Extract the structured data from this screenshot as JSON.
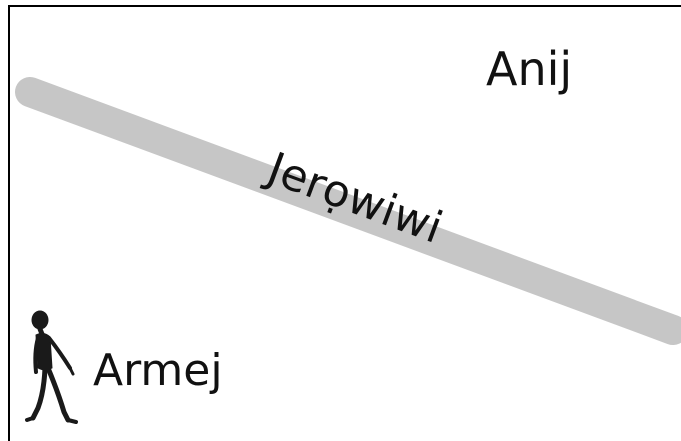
{
  "labels": {
    "top_right": "Anij",
    "road": "Jerọwiwi",
    "person": "Armej"
  },
  "icons": {
    "figure": "person-walking-silhouette"
  },
  "colors": {
    "border": "#000000",
    "road": "#c6c6c6",
    "figure": "#1a1a1a",
    "text": "#111111"
  }
}
